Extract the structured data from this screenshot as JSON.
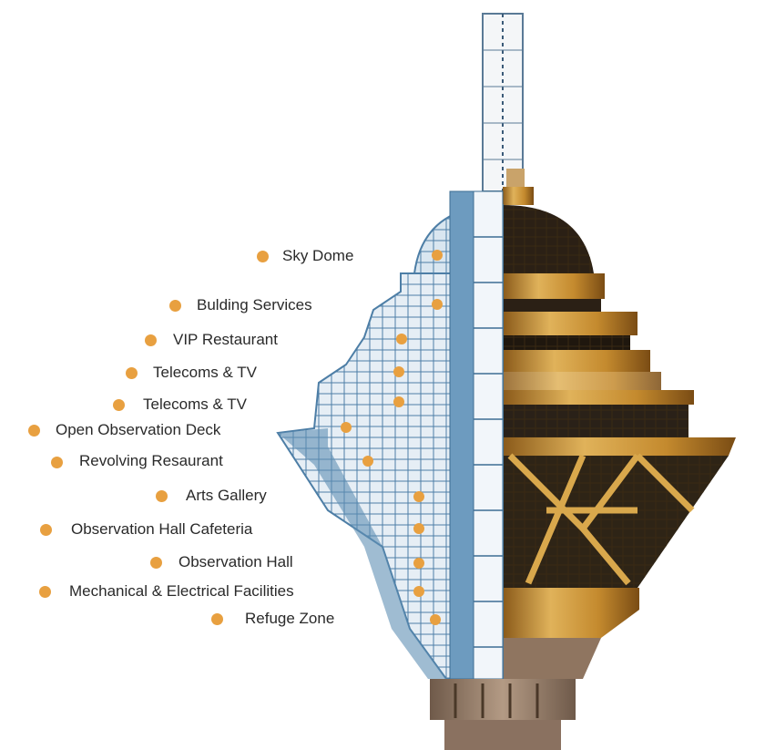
{
  "labels": [
    "Sky Dome",
    "Bulding Services",
    "VIP Restaurant",
    "Telecoms & TV",
    "Telecoms & TV",
    "Open Observation Deck",
    "Revolving Resaurant",
    "Arts Gallery",
    "Observation Hall Cafeteria",
    "Observation Hall",
    "Mechanical & Electrical Facilities",
    "Refuge Zone"
  ],
  "colors": {
    "bullet": "#e8a040",
    "steel": "#5f8fb4",
    "gold": "#c9922f",
    "base": "#8b7563"
  }
}
